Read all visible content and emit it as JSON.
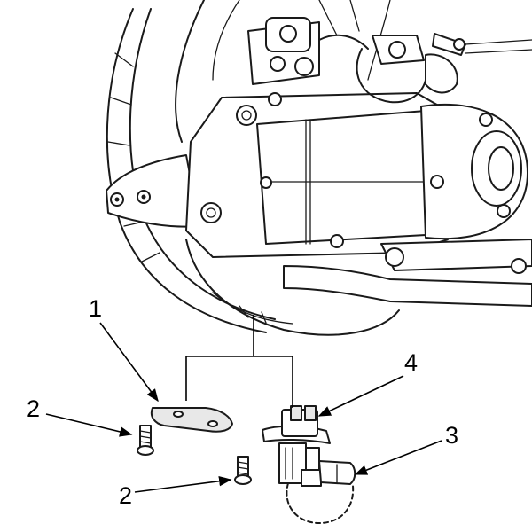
{
  "callouts": [
    {
      "id": "1",
      "label": "1"
    },
    {
      "id": "2a",
      "label": "2"
    },
    {
      "id": "2b",
      "label": "2"
    },
    {
      "id": "3",
      "label": "3"
    },
    {
      "id": "4",
      "label": "4"
    }
  ],
  "colors": {
    "ink": "#1a1a1a",
    "background": "#ffffff"
  }
}
